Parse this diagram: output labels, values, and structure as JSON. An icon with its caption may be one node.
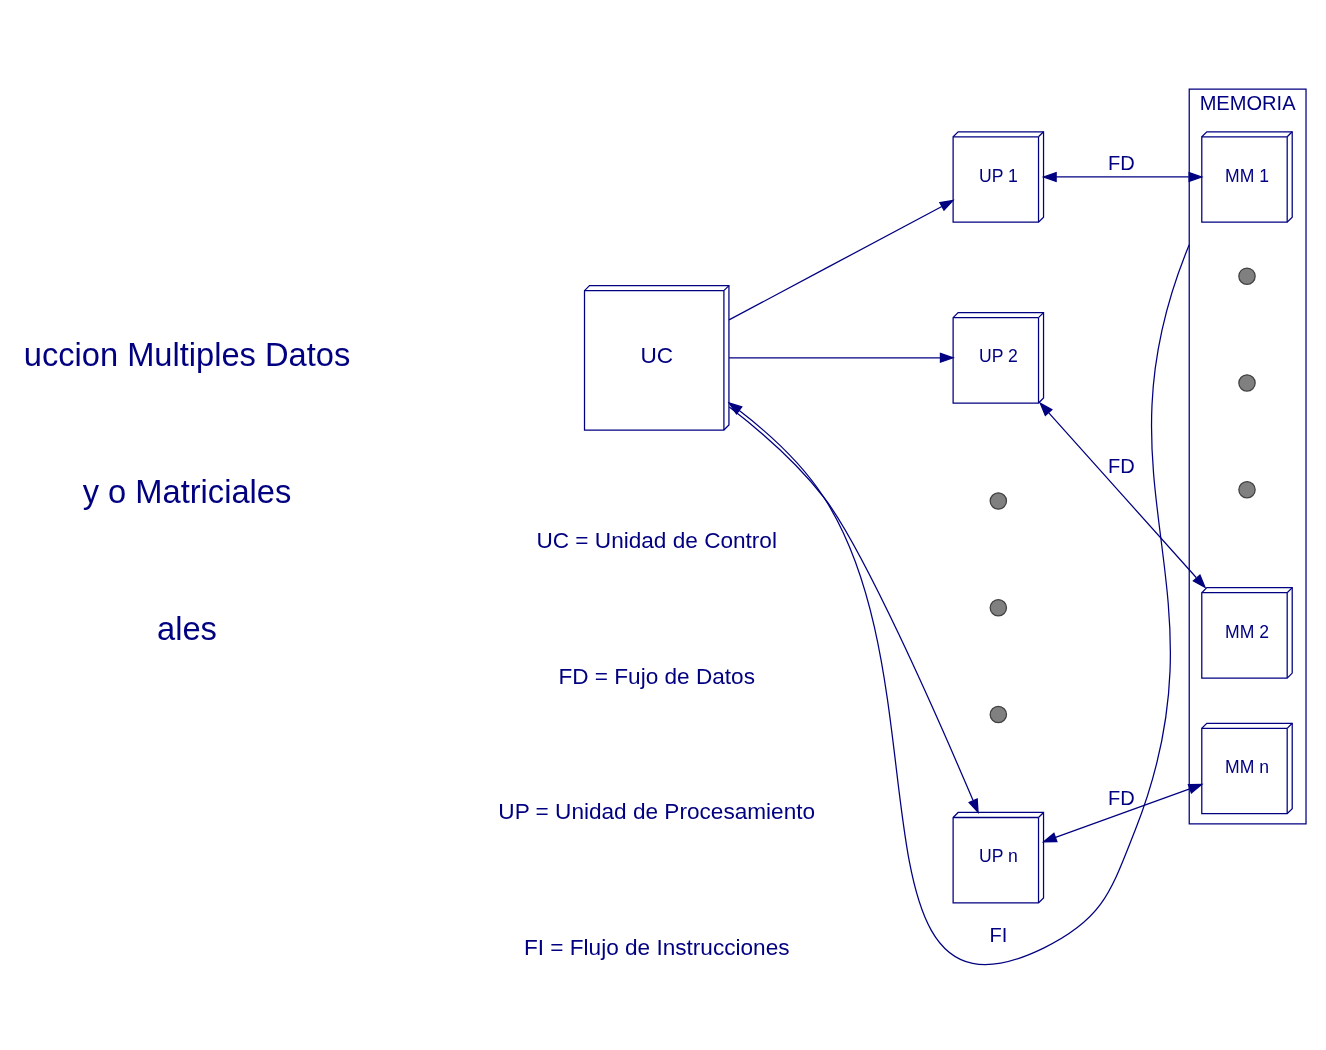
{
  "diagram": {
    "nodes": [
      {
        "text": [
          "UC"
        ]
      },
      {
        "text": [
          "MEMORIA"
        ]
      },
      {
        "text": [
          "UP 1"
        ]
      },
      {
        "text": [
          "UP 2"
        ]
      },
      {
        "text": [],
        "shape": "circle"
      },
      {
        "text": [],
        "shape": "circle"
      },
      {
        "text": [],
        "shape": "circle"
      },
      {
        "text": [
          "UP n"
        ]
      },
      {
        "text": [
          "MM 1"
        ],
        "in": 1
      },
      {
        "text": [
          "MM 2"
        ],
        "in": 1
      },
      {
        "text": [],
        "shape": "circle",
        "in": 1
      },
      {
        "text": [],
        "shape": "circle",
        "in": 1
      },
      {
        "text": [],
        "shape": "circle",
        "in": 1
      },
      {
        "text": [
          "MM n"
        ],
        "in": 1
      }
    ],
    "edges": [
      {
        "from": 0,
        "to": 2,
        "arrow": "to"
      },
      {
        "from": 0,
        "to": 3,
        "arrow": "to"
      },
      {
        "from": 0,
        "to": 7,
        "arrow": "to"
      },
      {
        "from": 2,
        "to": 8,
        "arrow": "both",
        "label": "FD"
      },
      {
        "from": 3,
        "to": 9,
        "arrow": "both",
        "label": "FD"
      },
      {
        "from": 7,
        "to": 13,
        "arrow": "both",
        "label": "FD"
      },
      {
        "from": 1,
        "to": 0,
        "arrow": "to",
        "label": "FI"
      }
    ],
    "labels": [
      "uccion Multiples Datos",
      "y o Matriciales",
      "ales",
      "UC = Unidad de Control",
      "FD = Fujo de Datos",
      "UP = Unidad de Procesamiento",
      "FI = Flujo de Instrucciones"
    ]
  }
}
